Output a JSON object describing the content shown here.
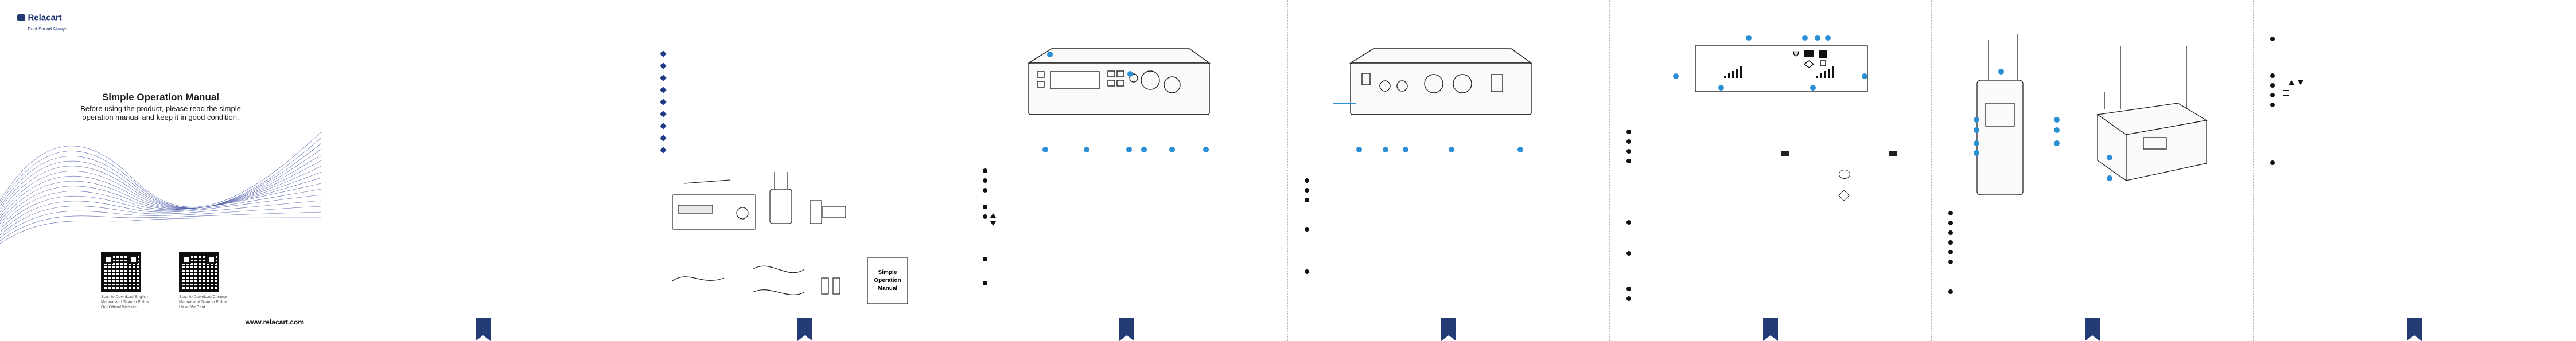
{
  "cover": {
    "brand": "Relacart",
    "tagline": "Real Sound Always",
    "title": "Simple Operation Manual",
    "subtitle_line1": "Before using the product, please read the simple",
    "subtitle_line2": "operation manual and keep it in good condition.",
    "qr_left_caption": "Scan to Download English Manual and Scan to Follow Our Official Website",
    "qr_right_caption": "Scan to Download Chinese Manual and Scan to Follow Us on WeChat",
    "website": "www.relacart.com"
  },
  "accessories": {
    "manual_card_line1": "Simple",
    "manual_card_line2": "Operation",
    "manual_card_line3": "Manual"
  },
  "display": {
    "antenna_glyph": "Ψ"
  },
  "colors": {
    "accent": "#2a8fd4",
    "brand_navy": "#233a74"
  }
}
